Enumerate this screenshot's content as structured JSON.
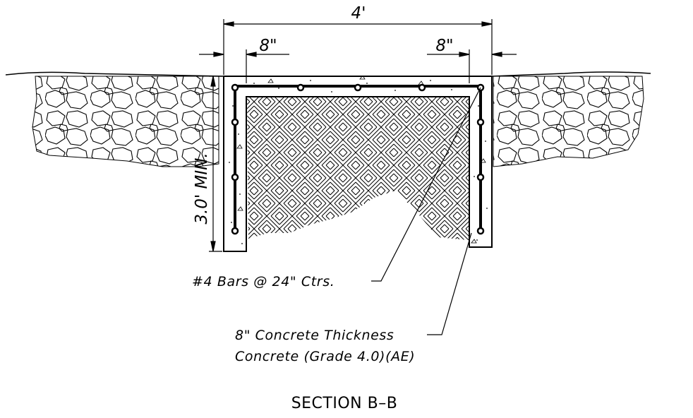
{
  "diagram": {
    "dimensions": {
      "overall_width": "4'",
      "left_thickness": "8\"",
      "right_thickness": "8\"",
      "min_depth": "3.0' MIN."
    },
    "callouts": {
      "rebar": "#4 Bars @ 24\" Ctrs.",
      "thickness": "8\" Concrete Thickness",
      "grade": "Concrete (Grade 4.0)(AE)"
    },
    "title": "SECTION B–B"
  }
}
